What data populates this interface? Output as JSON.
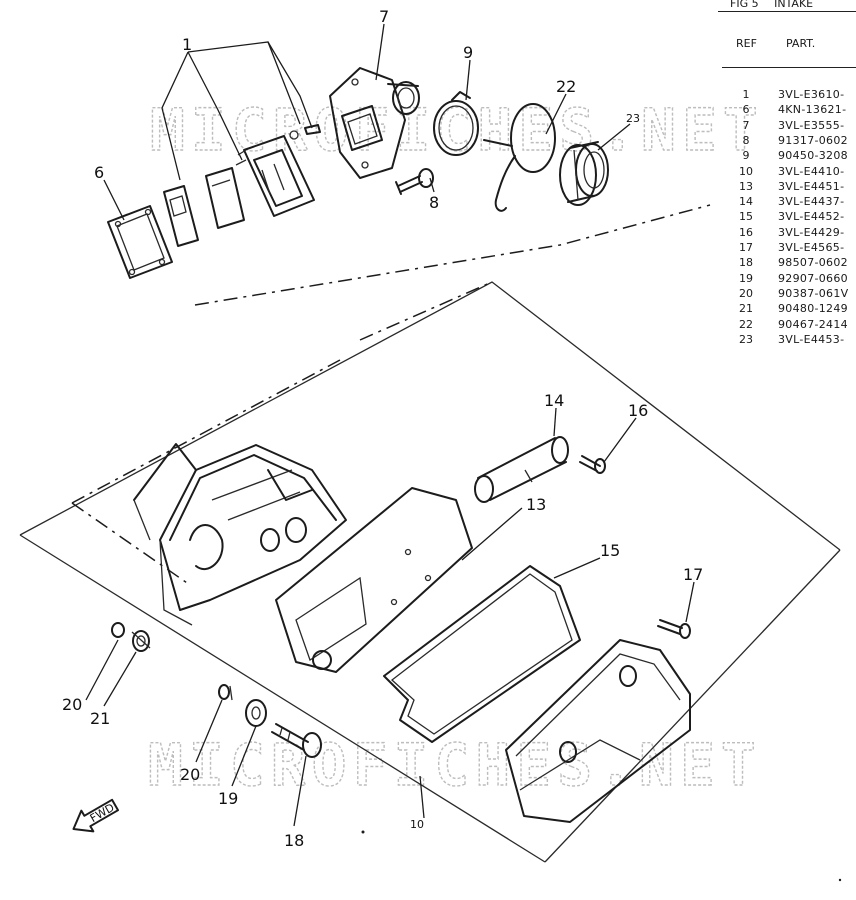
{
  "header": {
    "fig": "FIG 5",
    "title": "INTAKE"
  },
  "table": {
    "col_ref": "REF",
    "col_part": "PART.",
    "rows": [
      {
        "ref": "1",
        "part": "3VL-E3610-"
      },
      {
        "ref": "6",
        "part": "4KN-13621-"
      },
      {
        "ref": "7",
        "part": "3VL-E3555-"
      },
      {
        "ref": "8",
        "part": "91317-0602"
      },
      {
        "ref": "9",
        "part": "90450-3208"
      },
      {
        "ref": "10",
        "part": "3VL-E4410-"
      },
      {
        "ref": "13",
        "part": "3VL-E4451-"
      },
      {
        "ref": "14",
        "part": "3VL-E4437-"
      },
      {
        "ref": "15",
        "part": "3VL-E4452-"
      },
      {
        "ref": "16",
        "part": "3VL-E4429-"
      },
      {
        "ref": "17",
        "part": "3VL-E4565-"
      },
      {
        "ref": "18",
        "part": "98507-0602"
      },
      {
        "ref": "19",
        "part": "92907-0660"
      },
      {
        "ref": "20",
        "part": "90387-061V"
      },
      {
        "ref": "21",
        "part": "90480-1249"
      },
      {
        "ref": "22",
        "part": "90467-2414"
      },
      {
        "ref": "23",
        "part": "3VL-E4453-"
      }
    ]
  },
  "callouts": {
    "c1": "1",
    "c6": "6",
    "c7": "7",
    "c8": "8",
    "c9": "9",
    "c22": "22",
    "c23": "23",
    "c14": "14",
    "c16": "16",
    "c13": "13",
    "c15": "15",
    "c17": "17",
    "c20a": "20",
    "c21": "21",
    "c20b": "20",
    "c19": "19",
    "c18": "18",
    "c10": "10"
  },
  "fwd_label": "FWD",
  "watermark": "MICROFICHES.NET"
}
